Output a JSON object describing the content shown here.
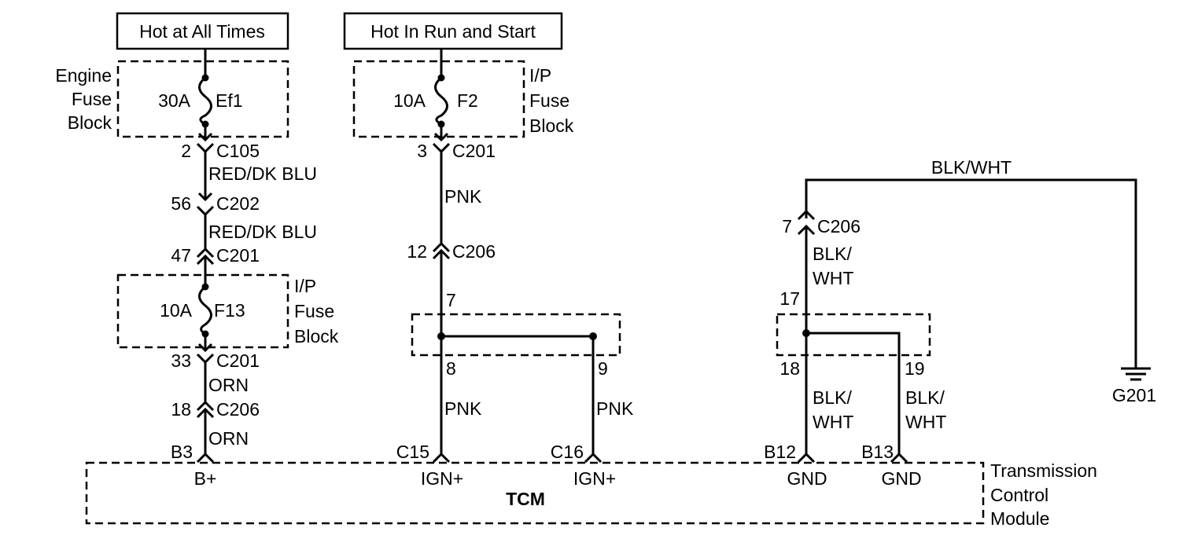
{
  "power": {
    "hot_at_all_times": "Hot at All Times",
    "hot_in_run_start": "Hot In Run and Start"
  },
  "engine_fuse_block": {
    "label_line1": "Engine",
    "label_line2": "Fuse",
    "label_line3": "Block",
    "fuse_rating": "30A",
    "fuse_name": "Ef1"
  },
  "ip_fuse_block_f2": {
    "label_line1": "I/P",
    "label_line2": "Fuse",
    "label_line3": "Block",
    "fuse_rating": "10A",
    "fuse_name": "F2"
  },
  "ip_fuse_block_f13": {
    "label_line1": "I/P",
    "label_line2": "Fuse",
    "label_line3": "Block",
    "fuse_rating": "10A",
    "fuse_name": "F13"
  },
  "circuit_bplus": {
    "c105_pin": "2",
    "c105": "C105",
    "wire1": "RED/DK BLU",
    "c202_pin": "56",
    "c202": "C202",
    "wire2": "RED/DK BLU",
    "c201_pin_a": "47",
    "c201_a": "C201",
    "c201_pin_b": "33",
    "c201_b": "C201",
    "wire3": "ORN",
    "c206_pin": "18",
    "c206": "C206",
    "wire4": "ORN"
  },
  "circuit_ign": {
    "c201_pin": "3",
    "c201": "C201",
    "wire1": "PNK",
    "c206_pin": "12",
    "c206": "C206",
    "splice_in": "7",
    "splice_out_a": "8",
    "splice_out_b": "9",
    "wire_a": "PNK",
    "wire_b": "PNK"
  },
  "circuit_gnd": {
    "top_wire": "BLK/WHT",
    "c206_pin": "7",
    "c206": "C206",
    "wire1_line1": "BLK/",
    "wire1_line2": "WHT",
    "splice_in": "17",
    "splice_out_a": "18",
    "splice_out_b": "19",
    "wire_a_line1": "BLK/",
    "wire_a_line2": "WHT",
    "wire_b_line1": "BLK/",
    "wire_b_line2": "WHT",
    "ground": "G201"
  },
  "tcm": {
    "name": "TCM",
    "label_line1": "Transmission",
    "label_line2": "Control",
    "label_line3": "Module",
    "pins": [
      {
        "pin": "B3",
        "function": "B+"
      },
      {
        "pin": "C15",
        "function": "IGN+"
      },
      {
        "pin": "C16",
        "function": "IGN+"
      },
      {
        "pin": "B12",
        "function": "GND"
      },
      {
        "pin": "B13",
        "function": "GND"
      }
    ]
  }
}
